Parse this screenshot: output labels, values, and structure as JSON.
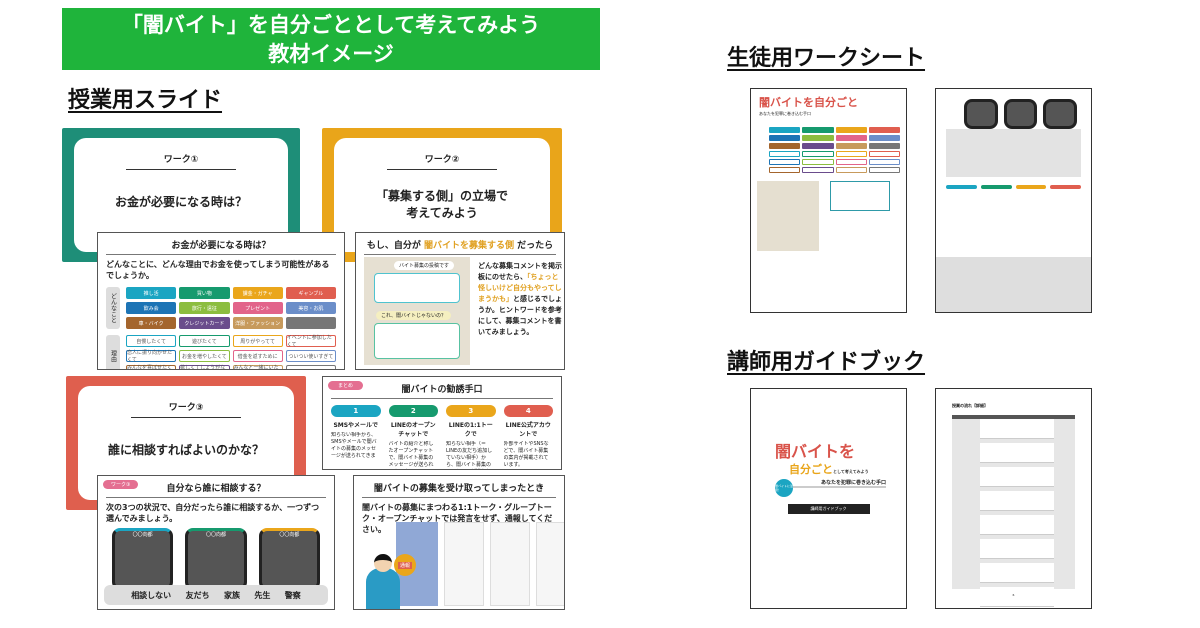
{
  "banner": {
    "line1": "「闇バイト」を自分ごととして考えてみよう",
    "line2": "教材イメージ",
    "color": "#1fb43b"
  },
  "sections": {
    "slides": "授業用スライド",
    "worksheet": "生徒用ワークシート",
    "guidebook": "講師用ガイドブック"
  },
  "slide1": {
    "work": "ワーク①",
    "question": "お金が必要になる時は？",
    "color": "#1e8e78"
  },
  "slide2": {
    "work": "ワーク②",
    "question_line1": "「募集する側」の立場で",
    "question_line2": "考えてみよう",
    "color": "#e9a51a"
  },
  "slide3": {
    "title": "お金が必要になる時は？",
    "subtitle": "どんなことに、どんな理由でお金を使ってしまう可能性があるでしょうか。",
    "side_what": "どんなこと",
    "side_why": "理由",
    "what": [
      "推し活",
      "買い物",
      "課金・ガチャ",
      "ギャンブル",
      "飲み会",
      "旅行・遠征",
      "プレゼント",
      "美容・お肌",
      " 車・バイク",
      "クレジットカード",
      "洋服・ファッション",
      ""
    ],
    "why": [
      "自慢したくて",
      "遊びたくて",
      "周りがやってて",
      "イベントに参加したくて",
      "恋人に振り向かせたくて",
      "お金を増やしたくて",
      "借金を返すために",
      "ついつい使いすぎて",
      "みんなを喜ばせたくて",
      "欲しくてしょうがなかったから",
      "みんなと一緒にいたくて",
      ""
    ]
  },
  "slide4": {
    "title_pre": "もし、自分が",
    "title_hl": "闇バイトを募集する側",
    "title_post": "だったら",
    "bubble1": "バイト募集の投稿です",
    "bubble2": "これ、闇バイトじゃないの？",
    "body_pre": "どんな募集コメントを掲示板にのせたら、",
    "body_hl": "「ちょっと怪しいけど自分もやってしまうかも」",
    "body_post": "と感じるでしょうか。ヒントワードを参考にして、募集コメントを書いてみましょう。"
  },
  "slide5": {
    "work": "ワーク③",
    "question": "誰に相談すればよいのかな？",
    "color": "#df5f4e"
  },
  "slide6": {
    "badge": "まとめ",
    "title": "闇バイトの勧誘手口",
    "items": [
      {
        "num": "1",
        "head": "SMSやメールで",
        "body": "知らない相手から、SMSやメールで闇バイトの募集のメッセージが送られてきます。",
        "color": "#1ba5c2"
      },
      {
        "num": "2",
        "head": "LINEのオープンチャットで",
        "body": "バイトの紹介と称したオープンチャットで、闇バイト募集のメッセージが送られてきます。",
        "color": "#169a6e"
      },
      {
        "num": "3",
        "head": "LINEの1:1トークで",
        "body": "知らない相手（＝LINEの友だち追加していない相手）から、闇バイト募集のメッセージが送られてきます。",
        "color": "#eaa61b"
      },
      {
        "num": "4",
        "head": "LINE公式アカウントで",
        "body": "外部サイトやSNSなどで、闇バイト募集の案内が掲載されています。",
        "color": "#e05e4f"
      }
    ]
  },
  "slide7": {
    "badge": "ワーク③",
    "title": "自分なら誰に相談する？",
    "subtitle": "次の3つの状況で、自分だったら誰に相談するか、一つずつ選んでみましょう。",
    "phone_header": "〇〇向都",
    "choices": [
      "相談しない",
      "友だち",
      "家族",
      "先生",
      "警察"
    ]
  },
  "slide8": {
    "title": "闇バイトの募集を受け取ってしまったとき",
    "subtitle": "闇バイトの募集にまつわる1:1トーク・グループトーク・オープンチャットでは発言をせず、通報してください。",
    "report": "通報"
  },
  "worksheet": {
    "logo": "闇バイトを自分ごと",
    "tagline": "あなたを犯罪に巻き込む手口"
  },
  "guide": {
    "logo_main": "闇バイトを",
    "logo_sub": "自分ごと",
    "logo_side": "として考えてみよう",
    "circle": "闇バイトに注意！",
    "tagline": "あなたを犯罪に巻き込む手口",
    "label": "講師用ガイドブック",
    "page_title": "授業の流れ【詳細】",
    "page_num": "6"
  }
}
